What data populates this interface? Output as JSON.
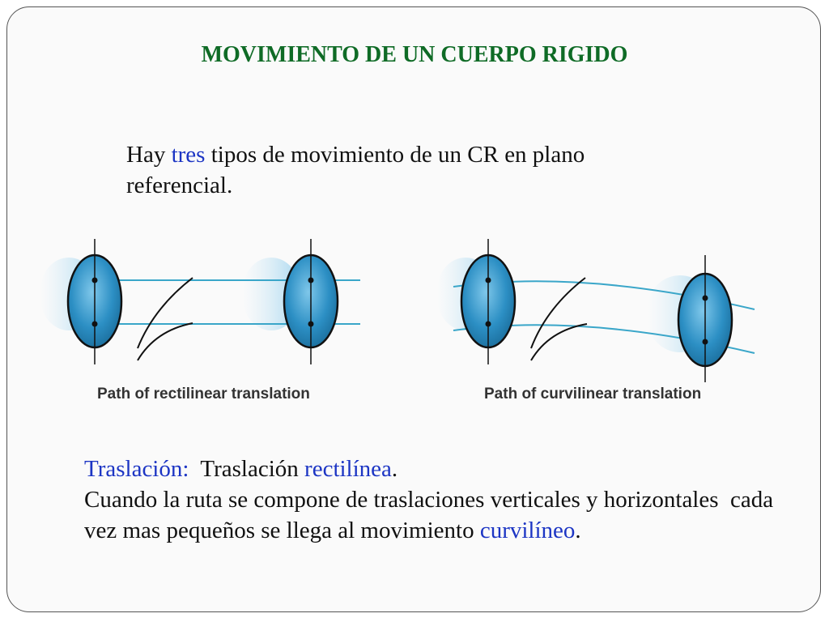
{
  "title": "MOVIMIENTO DE UN CUERPO RIGIDO",
  "intro": {
    "before": "Hay ",
    "highlight": "tres",
    "after": " tipos de movimiento de un CR en plano referencial."
  },
  "figure": {
    "left_caption": "Path of rectilinear translation",
    "right_caption": "Path of curvilinear translation"
  },
  "body": {
    "label": "Traslación:",
    "label_gap": "  ",
    "subtype_prefix": "Traslación ",
    "subtype_highlight": "rectilínea",
    "subtype_suffix": ".",
    "paragraph": "Cuando la ruta se compone de traslaciones verticales y horizontales  cada vez mas pequeños se llega al movimiento ",
    "end_highlight": "curvilíneo",
    "end_suffix": "."
  },
  "colors": {
    "title": "#0f6b26",
    "highlight": "#1c35c4",
    "body_ink": "#111111",
    "path_line": "#3aa6c9",
    "ellipse_fill": "#2c8fc4"
  }
}
